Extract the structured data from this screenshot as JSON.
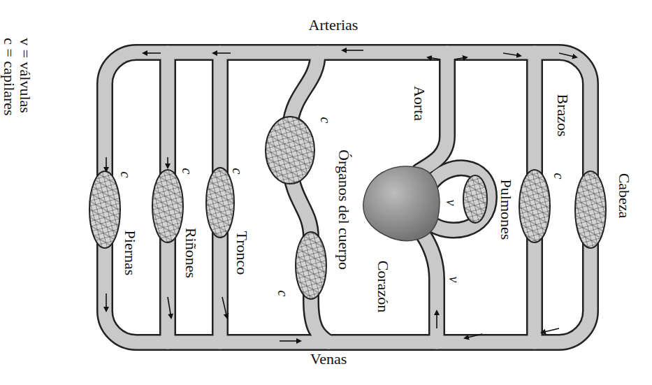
{
  "diagram": {
    "labels": [
      "v = válvulas",
      "c = capilares",
      "Arterias",
      "Aorta",
      "Brazos",
      "Cabeza",
      "Órganos del cuerpo",
      "c",
      "Pulmones",
      "v",
      "c",
      "c",
      "c",
      "c",
      "Piernas",
      "Riñones",
      "Tronco",
      "Corazón",
      "v",
      "c",
      "Venas"
    ]
  }
}
